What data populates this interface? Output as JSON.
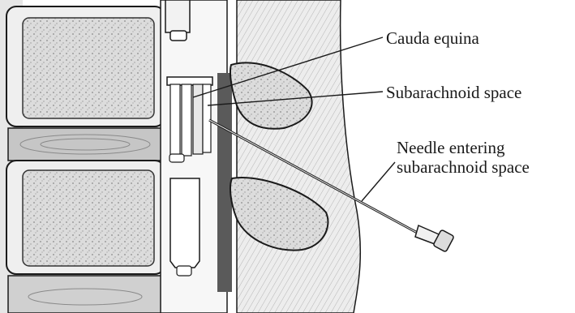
{
  "labels": {
    "cauda_equina": "Cauda equina",
    "subarachnoid_space": "Subarachnoid space",
    "needle_line1": "Needle entering",
    "needle_line2": "subarachnoid space"
  },
  "colors": {
    "ink": "#1a1a1a",
    "bone": "#d9d9d9",
    "disc": "#bdbdbd",
    "dark_canal": "#555555",
    "muscle": "#e6e6e6"
  }
}
